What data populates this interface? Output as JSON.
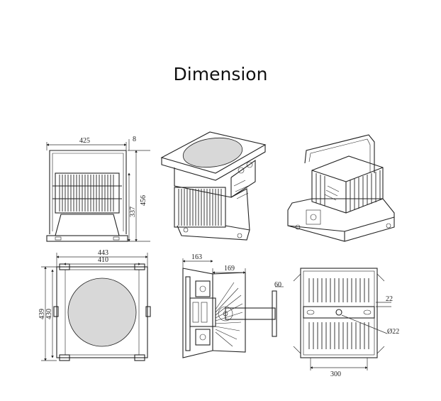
{
  "title": "Dimension",
  "dims": {
    "front_width": "425",
    "front_offset": "8",
    "front_height_total": "456",
    "front_height_body": "337",
    "bottom_width_outer": "443",
    "bottom_width_inner": "410",
    "bottom_height_outer": "439",
    "bottom_height_inner": "430",
    "side_depth": "163",
    "side_bracket": "169",
    "side_mount": "60",
    "back_slot": "22",
    "back_hole": "Ø22",
    "back_spacing": "300"
  }
}
